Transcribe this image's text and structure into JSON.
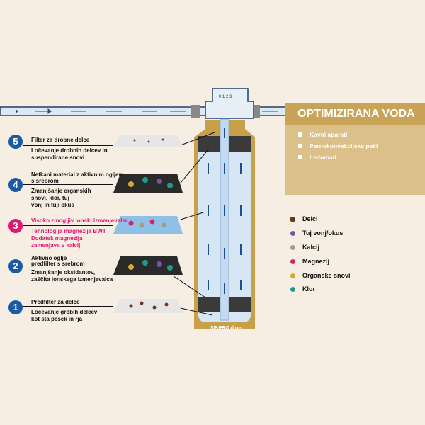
{
  "panel": {
    "title": "OPTIMIZIRANA VODA",
    "items": [
      "Kavni aparati",
      "Parnokonvekcijske peči",
      "Ledomati"
    ]
  },
  "housing": {
    "dial": "0 1 2 3",
    "brand": "SP-PRO d.o.o."
  },
  "stages": [
    {
      "num": "5",
      "title": "Filter za drobne delce",
      "desc": [
        "Ločevanje drobnih delcev in",
        "suspendirane snovi"
      ]
    },
    {
      "num": "4",
      "title": [
        "Netkani material z aktivnim ogljem",
        "s srebrom"
      ],
      "desc": [
        "Zmanjšanje organskih",
        "snovi, klor, tuj",
        "vonj in tuji okus"
      ]
    },
    {
      "num": "3",
      "title": "Visoko zmogljiv ionski izmenjevalec",
      "desc": [
        "Tehnologija magnezija BWT",
        "Dodatek magnezija",
        "zamenjava v kalcij"
      ]
    },
    {
      "num": "2",
      "title": [
        "Aktivno oglje",
        "predfilter s srebrom"
      ],
      "desc": [
        "Zmanjšanje oksidantov,",
        "zaščita ionskega izmenjevalca"
      ]
    },
    {
      "num": "1",
      "title": "Predfilter za delce",
      "desc": [
        "Ločevanje grobih delcev",
        "kot sta pesek in rja"
      ]
    }
  ],
  "legend": [
    {
      "label": "Delci",
      "color": "#6b3a1e"
    },
    {
      "label": "Tuj vonj/okus",
      "color": "#7b4fb0"
    },
    {
      "label": "Kalcij",
      "color": "#a69a80"
    },
    {
      "label": "Magnezij",
      "color": "#d2246b"
    },
    {
      "label": "Organske snovi",
      "color": "#d8a92c"
    },
    {
      "label": "Klor",
      "color": "#1f9a8a"
    }
  ],
  "colors": {
    "blue": "#1b5ba6",
    "pink": "#e2156f",
    "gold": "#c9a458"
  }
}
